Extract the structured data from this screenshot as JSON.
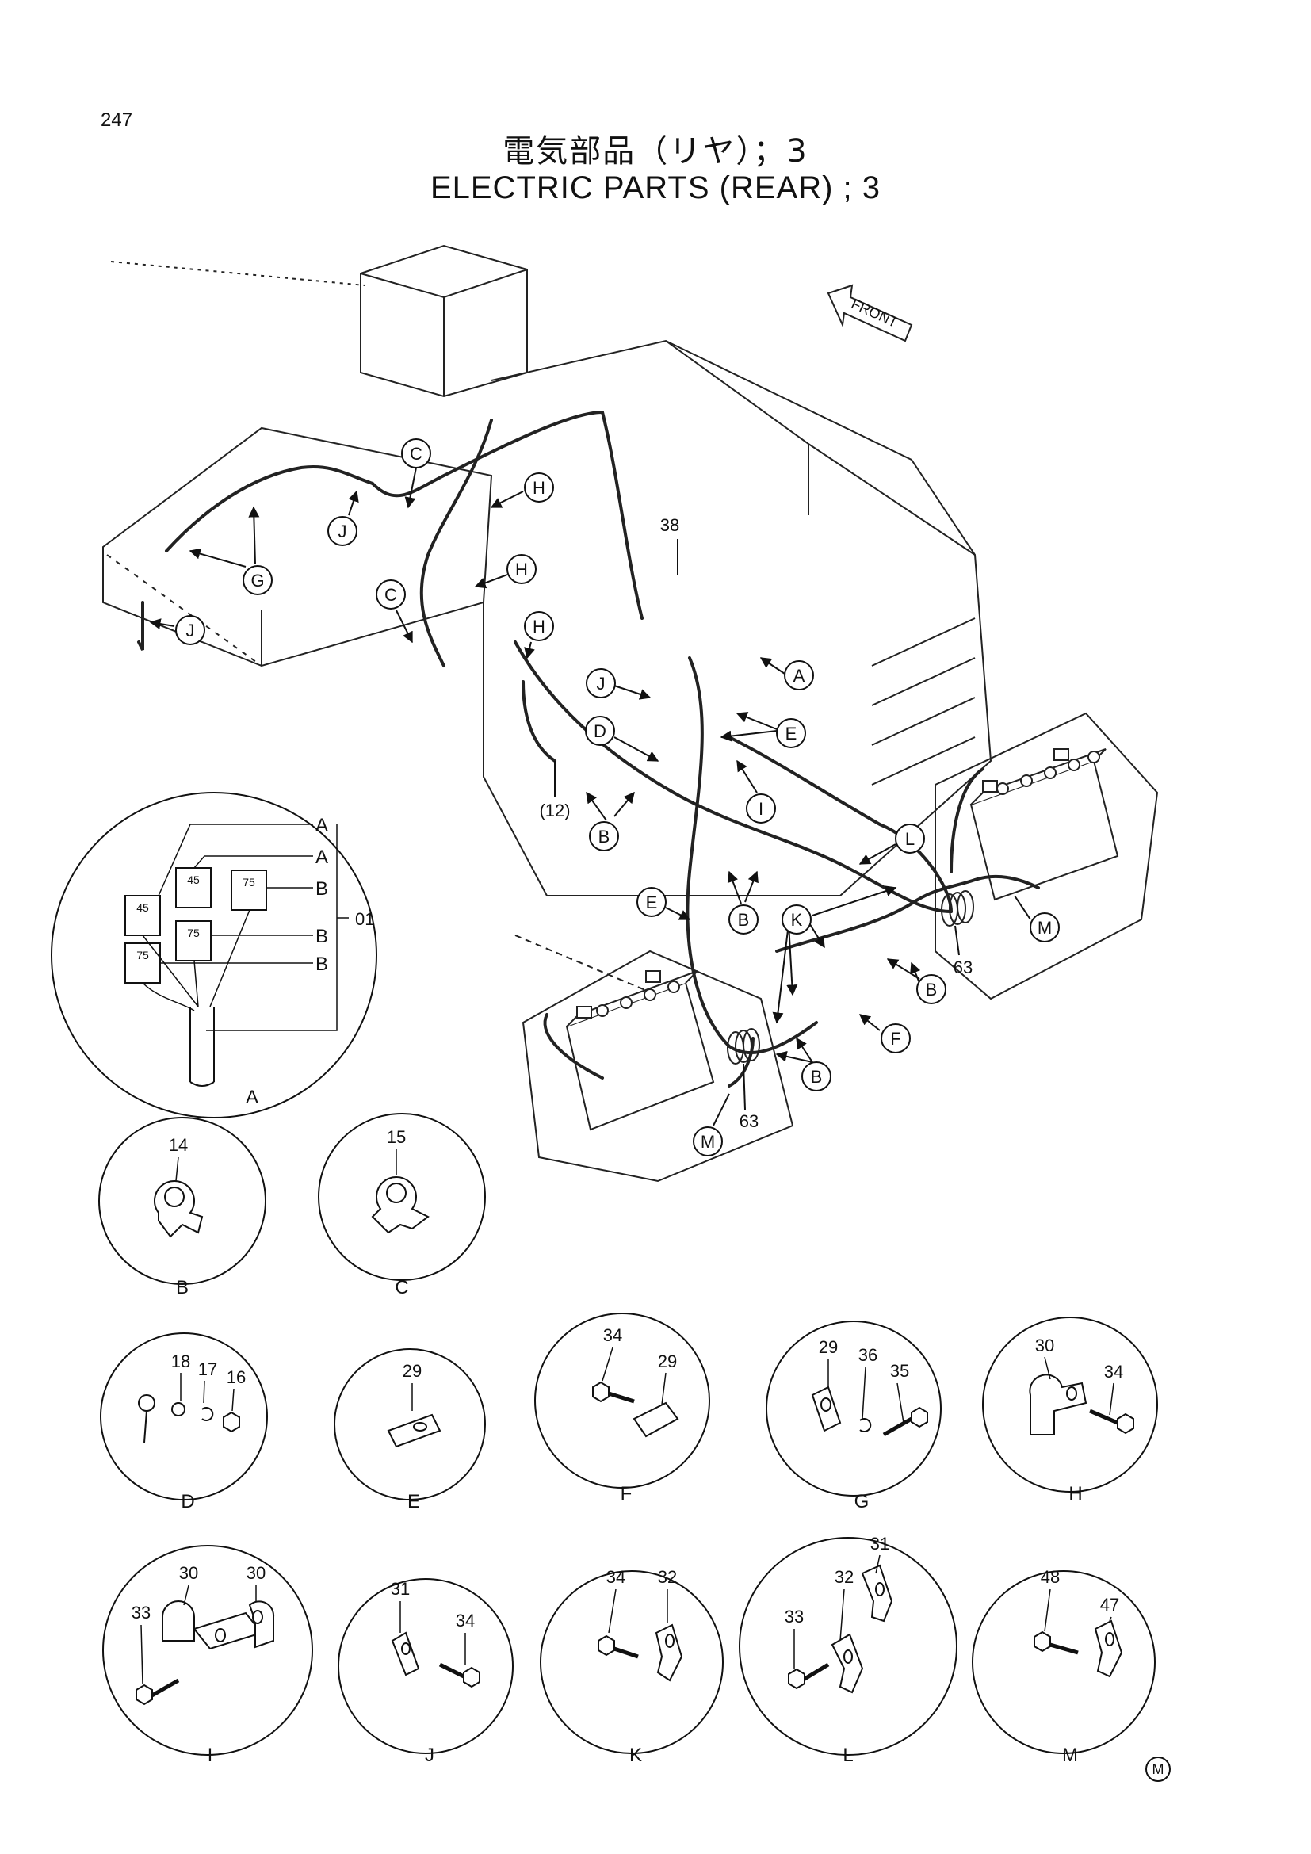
{
  "page_number": "247",
  "title_jp": "電気部品（リヤ）；3",
  "title_en": "ELECTRIC PARTS (REAR) ; 3",
  "front_arrow_label": "FRONT",
  "footer_mark": "M",
  "main_callouts": {
    "letters": [
      "C",
      "H",
      "J",
      "G",
      "J",
      "H",
      "C",
      "H",
      "A",
      "J",
      "E",
      "D",
      "I",
      "B",
      "L",
      "E",
      "B",
      "K",
      "B",
      "F",
      "B",
      "M",
      "M"
    ],
    "numbers": [
      "38",
      "(12)",
      "63",
      "63"
    ]
  },
  "detail_a": {
    "label": "A",
    "relay_codes": [
      "45",
      "45",
      "75",
      "75",
      "75"
    ],
    "leaders": [
      "A",
      "A",
      "B",
      "B",
      "B"
    ],
    "part_number": "01"
  },
  "details": [
    {
      "label": "B",
      "parts": [
        "14"
      ]
    },
    {
      "label": "C",
      "parts": [
        "15"
      ]
    },
    {
      "label": "D",
      "parts": [
        "18",
        "17",
        "16"
      ]
    },
    {
      "label": "E",
      "parts": [
        "29"
      ]
    },
    {
      "label": "F",
      "parts": [
        "34",
        "29"
      ]
    },
    {
      "label": "G",
      "parts": [
        "29",
        "36",
        "35"
      ]
    },
    {
      "label": "H",
      "parts": [
        "30",
        "34"
      ]
    },
    {
      "label": "I",
      "parts": [
        "30",
        "30",
        "33"
      ]
    },
    {
      "label": "J",
      "parts": [
        "31",
        "34"
      ]
    },
    {
      "label": "K",
      "parts": [
        "34",
        "32"
      ]
    },
    {
      "label": "L",
      "parts": [
        "31",
        "32",
        "33"
      ]
    },
    {
      "label": "M",
      "parts": [
        "48",
        "47"
      ]
    }
  ]
}
